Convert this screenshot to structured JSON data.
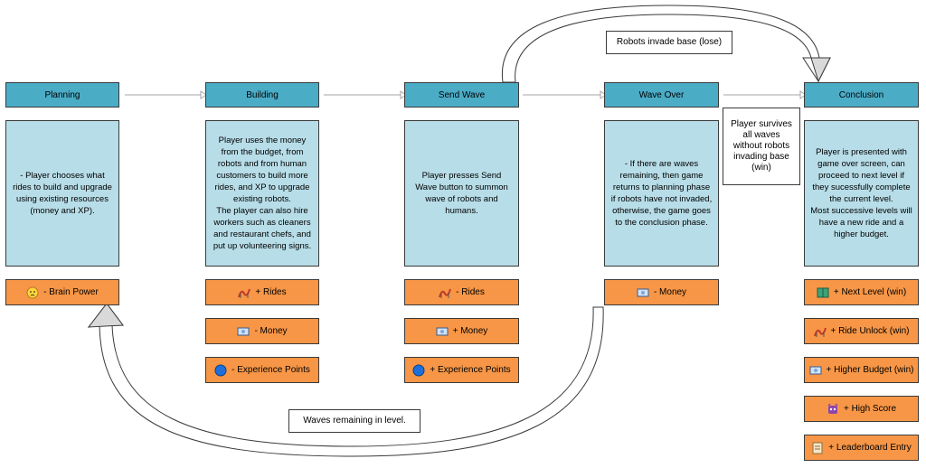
{
  "phases": [
    {
      "name": "Planning",
      "description": "- Player chooses what rides to build and upgrade using existing resources (money and XP)."
    },
    {
      "name": "Building",
      "description": "Player uses the money from the budget, from robots and from human customers to build more rides, and XP to upgrade existing robots.\nThe player can also hire workers such as cleaners and restaurant chefs, and put up volunteering signs."
    },
    {
      "name": "Send Wave",
      "description": "Player presses Send Wave button to summon wave of robots and humans."
    },
    {
      "name": "Wave Over",
      "description": "- If there are waves remaining, then game returns to planning phase if robots have not invaded, otherwise, the game goes to the conclusion phase."
    },
    {
      "name": "Conclusion",
      "description": "Player is presented with game over screen, can proceed to next level if they sucessfully complete the current level.\nMost successive levels will have a new ride and a higher budget."
    }
  ],
  "resources": {
    "planning": [
      {
        "label": "- Brain Power",
        "icon": "thinking-face-icon"
      }
    ],
    "building": [
      {
        "label": "+ Rides",
        "icon": "roller-coaster-icon"
      },
      {
        "label": "- Money",
        "icon": "money-icon"
      },
      {
        "label": "- Experience Points",
        "icon": "blue-circle-icon"
      }
    ],
    "send_wave": [
      {
        "label": "- Rides",
        "icon": "roller-coaster-icon"
      },
      {
        "label": "+ Money",
        "icon": "money-icon"
      },
      {
        "label": "+ Experience Points",
        "icon": "blue-circle-icon"
      }
    ],
    "wave_over": [
      {
        "label": "- Money",
        "icon": "money-icon"
      }
    ],
    "conclusion": [
      {
        "label": "+ Next Level (win)",
        "icon": "book-icon"
      },
      {
        "label": "+ Ride Unlock (win)",
        "icon": "roller-coaster-icon"
      },
      {
        "label": "+ Higher Budget (win)",
        "icon": "money-icon"
      },
      {
        "label": "+ High Score",
        "icon": "trophy-monster-icon"
      },
      {
        "label": "+ Leaderboard Entry",
        "icon": "scroll-icon"
      }
    ]
  },
  "notes": {
    "lose": "Robots invade base (lose)",
    "win": "Player survives\nall waves\nwithout robots\ninvading base\n(win)",
    "loop": "Waves remaining in level."
  },
  "colors": {
    "header": "#4bacc6",
    "description": "#b7dde8",
    "resource": "#f79646",
    "border": "#3a3a3a"
  }
}
